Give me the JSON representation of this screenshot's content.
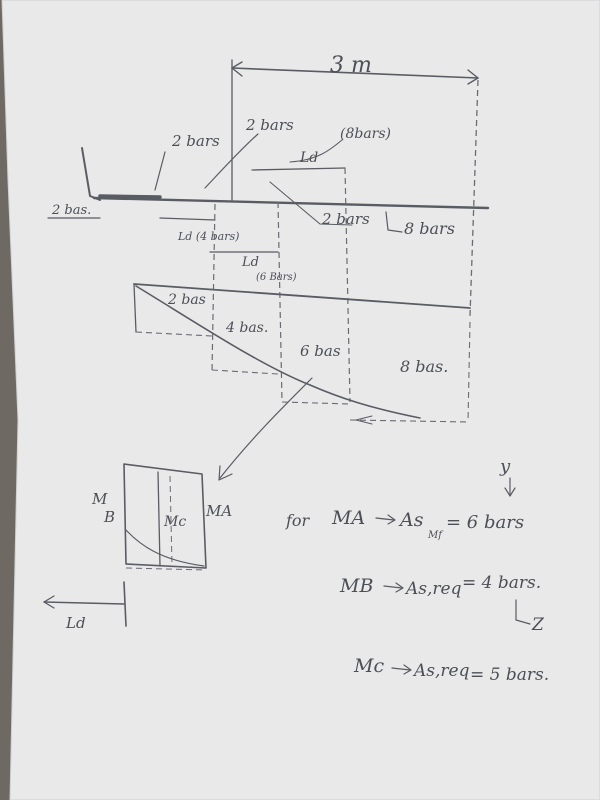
{
  "colors": {
    "paper": "#e9e9ea",
    "paper_shadow": "#cfcfd2",
    "pencil": "#5a5c63",
    "background": "#6e6a63"
  },
  "labels": {
    "span": "3 m",
    "bars_2_left": "2 bars",
    "bars_2_top": "2 bars",
    "bars_8_top": "(8bars)",
    "ld_top": "Ld",
    "bars_2_left_end": "2 bas.",
    "bars_2_mid": "2 bars",
    "bars_8_right": "8 bars",
    "ld_4": "Ld (4 bars)",
    "ld_6": "Ld",
    "bars_6_paren": "(6 Bars)",
    "diag_2": "2 bas",
    "diag_4": "4 bas.",
    "diag_6": "6 bas",
    "diag_8": "8 bas.",
    "y": "y",
    "mb": "M",
    "mb_sub": "B",
    "mc": "Mc",
    "ma": "MA",
    "ld_bottom": "Ld",
    "for": "for",
    "eq1_lhs": "MA",
    "eq1_rhs": "As",
    "eq1_sub": "Mf",
    "eq1_val": "= 6 bars",
    "eq2_lhs": "MB",
    "eq2_rhs": "As,req",
    "eq2_val": "= 4 bars.",
    "z": "Z",
    "eq3_lhs": "Mc",
    "eq3_rhs": "As,req",
    "eq3_val": "= 5 bars."
  }
}
